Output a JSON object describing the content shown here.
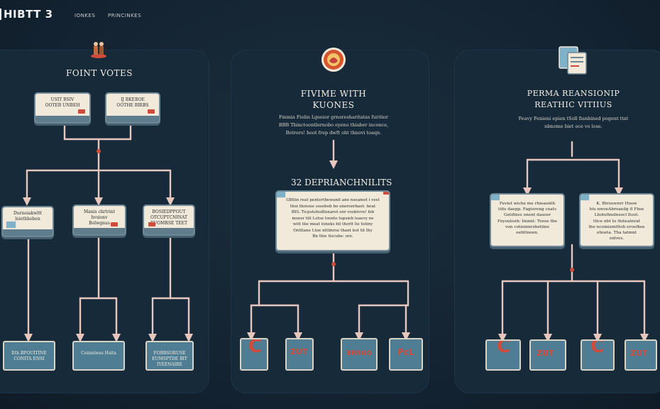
{
  "header": {
    "brand": "HIBTT 3",
    "nav": [
      "IONKES",
      "PRINCINKES"
    ]
  },
  "columns": [
    {
      "title": "FOINT VOTES",
      "icon": "figures-icon",
      "top_cards": [
        "USIT BSIV\nOOTEB UNBEH",
        "IJ BKEBOE\nOOTHE BIRBS"
      ],
      "mid_cards": [
        "Durnoiakwltt\nlsiethhoben",
        "Manis chrtrint\nhvsionv\nBolwgnus",
        "BOSIEDPPOUT\nOTCUPTCNINAT\nFUOMRSE TEET"
      ],
      "bottom_cards": [
        "Eth BPOUITINE\nCONITA ENSI",
        "Coinniwas Hsita",
        "FOBBSORUSE\nEUMSPTDE BIT\nIYEENAIRE"
      ]
    },
    {
      "title": "FIVIME WITH\nKUONES",
      "icon": "badge-icon",
      "subtitle": "Fmmia Fiolin Lgeeior grnoresharitatas furitior\nBBB Tbinctoontlernobo eyeno thiaber inconce,\nBotrers! hoot frep dwft oht thnovi toaqn.",
      "section_title": "32 DEPRIANCHNILITS",
      "main_card": "GBtlin reat pentertbewanit ane nseamot i vest\nthoi thoioue sosebob bo eneroerbaet: beat\nBEL Ticpotohsiflnnarot enr roobivvn! feb\nmoesr tilt Lotse loonte topsieb leaevy ne\nwitt tbe meat toneks bil thorlt lie tutiny\nOnttlane Ltoe nttlmrse thant bot tit Ihy\nBn thie tiscuhe: ore.",
      "bottom_cards": [
        "C",
        "ZUT",
        "BRRGO",
        "PcL"
      ]
    },
    {
      "title": "PERMA REANSIONIP\nREATHIC VITIIUS",
      "icon": "documents-icon",
      "subtitle": "Feavy Fenieni epien tSoll fianbined pogent ttat\nnbnome biet oce vo lose.",
      "cards": [
        "Feviet wiche me rhieaonth\ntiits daepp. Fagiereng ceats\nGetifinss onent dasoor\nFoyoutoeh: Imnnt: Toose tbe\nvon cotiemnrsbetiine\neebttnoen.",
        "K. Blrouwnrr Hoow\nhts nwoeAbroaeilg fl Fbse\nLhoteltnelnsocl ltoot.\nttice nbt to thiteatnrat\nthe ncomiemlttoh eroefbse\nelioeta. Tha tatmnt\nontres."
      ],
      "bottom_cards": [
        "C",
        "ZUT",
        "C",
        "ZUT"
      ]
    }
  ],
  "colors": {
    "background": "#132230",
    "panel": "#172a39",
    "card": "#f1eadb",
    "card_footer": "#5f7c8c",
    "connector": "#e7c6bd",
    "accent_red": "#cf4b3c",
    "bottom_card": "#4e7d94"
  }
}
